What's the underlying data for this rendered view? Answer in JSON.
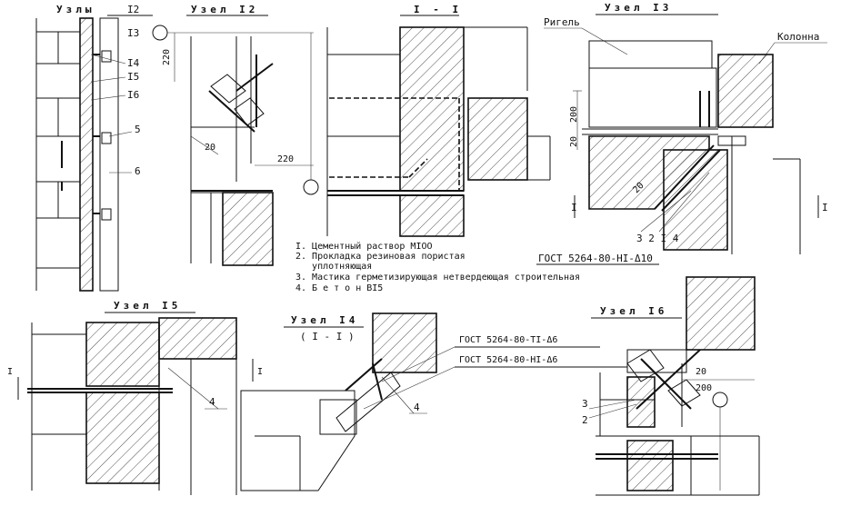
{
  "left_elevation": {
    "title": "Узлы",
    "callouts": [
      "I2",
      "I3",
      "I4",
      "I5",
      "I6",
      "5",
      "6"
    ]
  },
  "node12": {
    "title": "Узел I2",
    "dims": [
      "220",
      "20",
      "220"
    ]
  },
  "section11": {
    "title": "I - I"
  },
  "node13": {
    "title": "Узел I3",
    "labels": {
      "beam": "Ригель",
      "column": "Колонна"
    },
    "dims": [
      "200",
      "20",
      "20"
    ],
    "section_marks": [
      "I",
      "I"
    ],
    "numbers": "3 2 I 4",
    "weld": "ГОСТ 5264-80-НI-Δ10"
  },
  "legend": [
    "I. Цементный раствор MIOO",
    "2. Прокладка резиновая пористая",
    "   уплотняющая",
    "3. Мастика герметизирующая нетвердеющая строительная",
    "4. Б е т о н BI5"
  ],
  "node15": {
    "title": "Узел I5",
    "section_marks": [
      "I",
      "I"
    ],
    "item": "4"
  },
  "node14": {
    "title": "Узел I4",
    "subtitle": "( I - I )",
    "weld_1": "ГОСТ 5264-80-TI-Δ6",
    "weld_2": "ГОСТ 5264-80-НI-Δ6",
    "item": "4"
  },
  "node16": {
    "title": "Узел I6",
    "dims": [
      "20",
      "200"
    ],
    "items": [
      "3",
      "2"
    ]
  }
}
